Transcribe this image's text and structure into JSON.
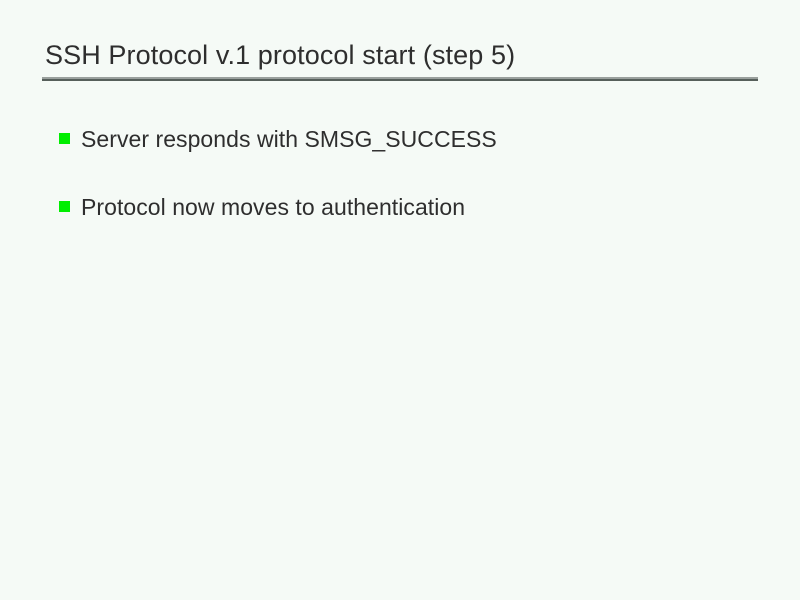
{
  "slide": {
    "background_color": "#f5faf6",
    "title": "SSH Protocol v.1 protocol start (step 5)",
    "title_color": "#2e2e2e",
    "rule": {
      "light_color": "#9aa09d",
      "dark_color": "#565f5b"
    },
    "bullet_color": "#00ee00",
    "body_text_color": "#2e2e2e",
    "bullets": [
      {
        "marker": "green-square-bullet",
        "text": "Server responds with SMSG_SUCCESS"
      },
      {
        "marker": "green-square-bullet",
        "text": "Protocol now moves to authentication"
      }
    ]
  }
}
